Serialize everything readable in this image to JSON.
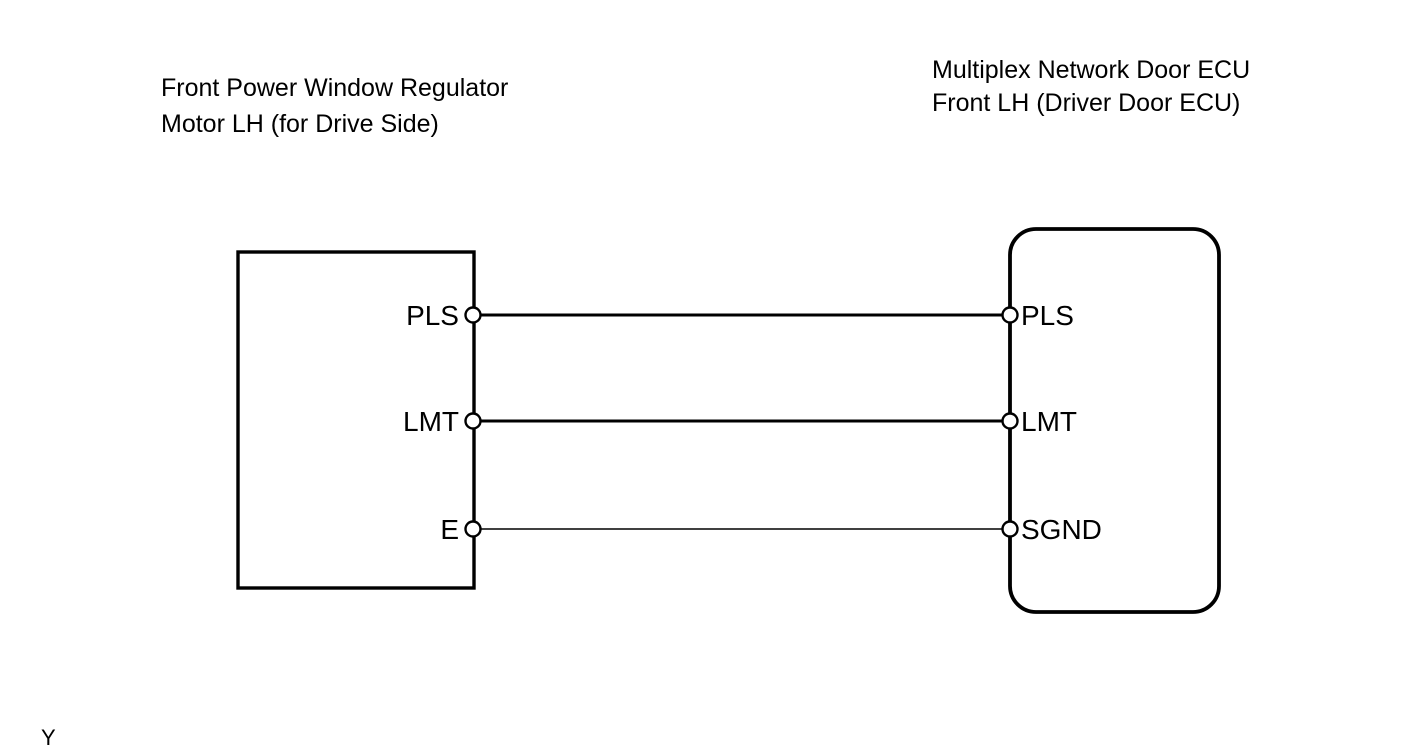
{
  "diagram": {
    "background_color": "#ffffff",
    "line_color": "#000000",
    "components": {
      "left": {
        "name": "front-power-window-regulator-motor-lh",
        "title_line1": "Front Power Window Regulator",
        "title_line2": "Motor LH (for Drive Side)",
        "shape": "rectangle"
      },
      "right": {
        "name": "multiplex-network-door-ecu-front-lh",
        "title_line1": "Multiplex Network Door ECU",
        "title_line2": "Front LH (Driver Door ECU)",
        "shape": "rounded-rectangle"
      }
    },
    "connections": [
      {
        "left_terminal": "PLS",
        "right_terminal": "PLS",
        "wire_weight": "thick"
      },
      {
        "left_terminal": "LMT",
        "right_terminal": "LMT",
        "wire_weight": "thick"
      },
      {
        "left_terminal": "E",
        "right_terminal": "SGND",
        "wire_weight": "thin"
      }
    ],
    "corner_mark": "Y"
  }
}
